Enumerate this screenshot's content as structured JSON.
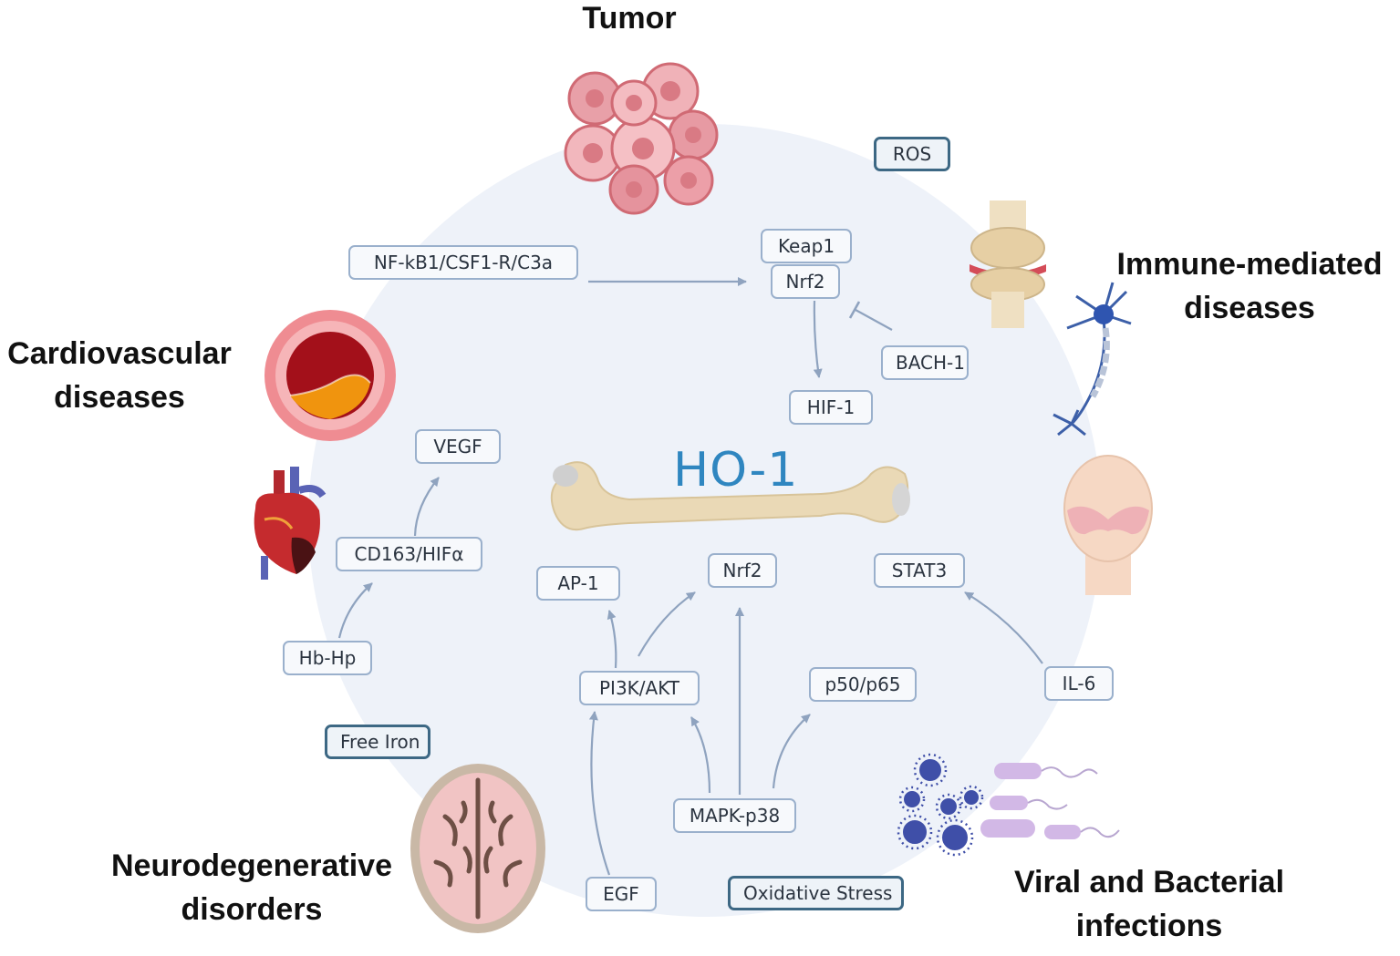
{
  "center_label": "HO-1",
  "diseases": {
    "tumor": "Tumor",
    "immune": "Immune-mediated\ndiseases",
    "cardio": "Cardiovascular\ndiseases",
    "neuro": "Neurodegenerative\ndisorders",
    "infection": "Viral and Bacterial\ninfections"
  },
  "nodes": {
    "ros": "ROS",
    "keap1": "Keap1",
    "nrf2_top": "Nrf2",
    "nfkb": "NF-kB1/CSF1-R/C3a",
    "bach1": "BACH-1",
    "hif1": "HIF-1",
    "vegf": "VEGF",
    "cd163": "CD163/HIFα",
    "hbhp": "Hb-Hp",
    "free_iron": "Free Iron",
    "ap1": "AP-1",
    "nrf2_mid": "Nrf2",
    "stat3": "STAT3",
    "pi3k": "PI3K/AKT",
    "p50": "p50/p65",
    "il6": "IL-6",
    "mapk": "MAPK-p38",
    "egf": "EGF",
    "oxidative": "Oxidative Stress"
  },
  "icons": {
    "tumor": "tumor-cells-icon",
    "joint": "knee-joint-icon",
    "neuron": "neuron-icon",
    "face": "face-rash-icon",
    "artery": "artery-plaque-icon",
    "heart": "heart-icon",
    "bone": "bone-icon",
    "brain": "brain-scan-icon",
    "pathogens": "virus-bacteria-icon"
  },
  "colors": {
    "accent": "#2f86c0",
    "node_border": "#9ab0cc",
    "node_dark_border": "#3d6884",
    "arrow": "#8fa3bf"
  }
}
